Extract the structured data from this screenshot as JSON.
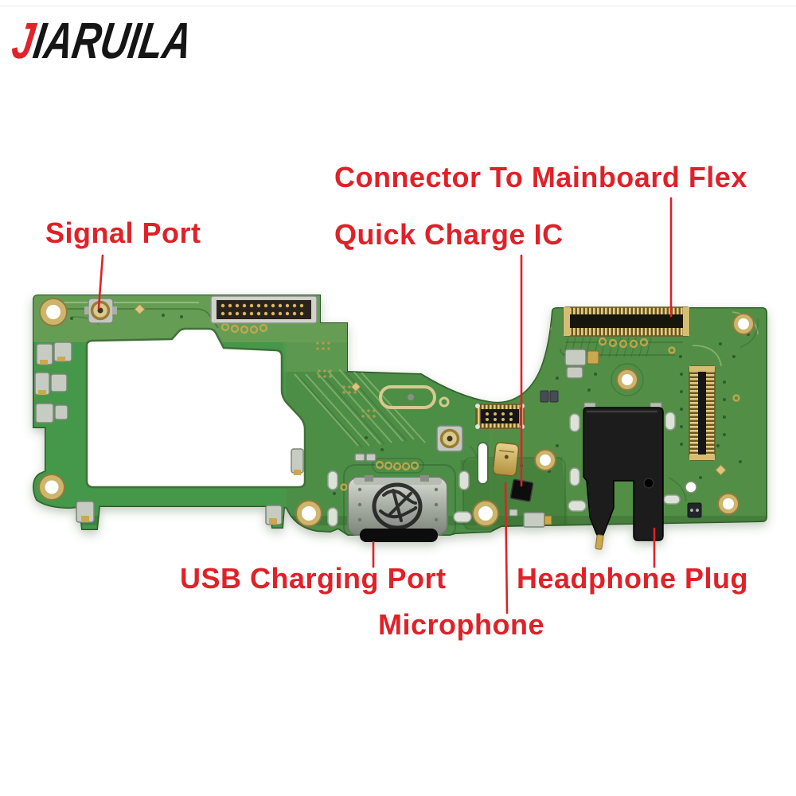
{
  "logo": {
    "first_letter": "J",
    "rest": "IARUILA",
    "red": "#e3212a",
    "black": "#151515"
  },
  "annotations": {
    "color": "#e02128",
    "labels": [
      {
        "id": "signal-port",
        "text": "Signal Port"
      },
      {
        "id": "connector-to-mainboard-flex",
        "text": "Connector To Mainboard Flex"
      },
      {
        "id": "quick-charge-ic",
        "text": "Quick Charge IC"
      },
      {
        "id": "usb-charging-port",
        "text": "USB Charging Port"
      },
      {
        "id": "microphone",
        "text": "Microphone"
      },
      {
        "id": "headphone-plug",
        "text": "Headphone Plug"
      }
    ]
  },
  "board": {
    "subject": "USB charging port flex cable PCB",
    "colors": {
      "pcb_green": "#4e8a45",
      "pcb_green_light": "#699f55",
      "pcb_green_bright": "#3da34b",
      "gold": "#c9a84f",
      "silver": "#c6ccc2",
      "black_plastic": "#1a1a1a"
    }
  }
}
